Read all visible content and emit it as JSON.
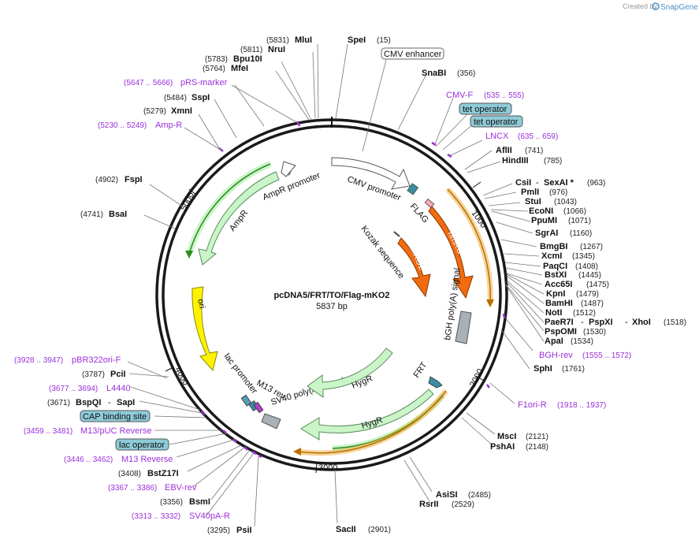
{
  "app": {
    "credit_text": "Created by",
    "brand": "SnapGene"
  },
  "plasmid": {
    "name": "pcDNA5/FRT/TO/Flag-mKO2",
    "size_label": "5837 bp",
    "length_bp": 5837
  },
  "ticks": [
    "1000",
    "2000",
    "3000",
    "4000",
    "5000"
  ],
  "sites": [
    {
      "id": "mlui",
      "name": "MluI",
      "num": "(5831)"
    },
    {
      "id": "spei",
      "name": "SpeI",
      "num": "(15)"
    },
    {
      "id": "nrui",
      "name": "NruI",
      "num": "(5811)"
    },
    {
      "id": "bpu10i",
      "name": "Bpu10I",
      "num": "(5783)"
    },
    {
      "id": "mfei",
      "name": "MfeI",
      "num": "(5764)"
    },
    {
      "id": "snabi",
      "name": "SnaBI",
      "num": "(356)"
    },
    {
      "id": "sspi",
      "name": "SspI",
      "num": "(5484)"
    },
    {
      "id": "xmni",
      "name": "XmnI",
      "num": "(5279)"
    },
    {
      "id": "afl2",
      "name": "AflII",
      "num": "(741)"
    },
    {
      "id": "hind3",
      "name": "HindIII",
      "num": "(785)"
    },
    {
      "id": "fspi",
      "name": "FspI",
      "num": "(4902)"
    },
    {
      "id": "csii",
      "name": "CsiI",
      "num": ""
    },
    {
      "id": "sexai",
      "name": "SexAI *",
      "num": "(963)"
    },
    {
      "id": "pmli",
      "name": "PmlI",
      "num": "(976)"
    },
    {
      "id": "stui",
      "name": "StuI",
      "num": "(1043)"
    },
    {
      "id": "bsai",
      "name": "BsaI",
      "num": "(4741)"
    },
    {
      "id": "econi",
      "name": "EcoNI",
      "num": "(1066)"
    },
    {
      "id": "ppumi",
      "name": "PpuMI",
      "num": "(1071)"
    },
    {
      "id": "sgrai",
      "name": "SgrAI",
      "num": "(1160)"
    },
    {
      "id": "bmgbi",
      "name": "BmgBI",
      "num": "(1267)"
    },
    {
      "id": "xcmi",
      "name": "XcmI",
      "num": "(1345)"
    },
    {
      "id": "paqci",
      "name": "PaqCI",
      "num": "(1408)"
    },
    {
      "id": "bstxi",
      "name": "BstXI",
      "num": "(1445)"
    },
    {
      "id": "acc65i",
      "name": "Acc65I",
      "num": "(1475)"
    },
    {
      "id": "kpni",
      "name": "KpnI",
      "num": "(1479)"
    },
    {
      "id": "bamhi",
      "name": "BamHI",
      "num": "(1487)"
    },
    {
      "id": "noti",
      "name": "NotI",
      "num": "(1512)"
    },
    {
      "id": "paer7i",
      "name": "PaeR7I",
      "num": ""
    },
    {
      "id": "pspxi",
      "name": "PspXI",
      "num": ""
    },
    {
      "id": "xhoi",
      "name": "XhoI",
      "num": "(1518)"
    },
    {
      "id": "pspomi",
      "name": "PspOMI",
      "num": "(1530)"
    },
    {
      "id": "apai",
      "name": "ApaI",
      "num": "(1534)"
    },
    {
      "id": "sphi",
      "name": "SphI",
      "num": "(1761)"
    },
    {
      "id": "pcii",
      "name": "PciI",
      "num": "(3787)"
    },
    {
      "id": "bspqi",
      "name": "BspQI",
      "num": "(3671)"
    },
    {
      "id": "sapi",
      "name": "SapI",
      "num": ""
    },
    {
      "id": "mcsi",
      "name": "MscI",
      "num": "(2121)"
    },
    {
      "id": "pshai",
      "name": "PshAI",
      "num": "(2148)"
    },
    {
      "id": "bstz17i",
      "name": "BstZ17I",
      "num": "(3408)"
    },
    {
      "id": "bsmi",
      "name": "BsmI",
      "num": "(3356)"
    },
    {
      "id": "asisi",
      "name": "AsiSI",
      "num": "(2485)"
    },
    {
      "id": "rsrii",
      "name": "RsrII",
      "num": "(2529)"
    },
    {
      "id": "psii",
      "name": "PsiI",
      "num": "(3295)"
    },
    {
      "id": "sacii",
      "name": "SacII",
      "num": "(2901)"
    }
  ],
  "primers": [
    {
      "id": "prs",
      "range": "(5647 .. 5666)",
      "name": "pRS-marker"
    },
    {
      "id": "ampr",
      "range": "(5230 .. 5249)",
      "name": "Amp-R"
    },
    {
      "id": "cmvf",
      "name": "CMV-F",
      "range": "(535 .. 555)"
    },
    {
      "id": "lncx",
      "name": "LNCX",
      "range": "(635 .. 659)"
    },
    {
      "id": "bghrev",
      "name": "BGH-rev",
      "range": "(1555 .. 1572)"
    },
    {
      "id": "f1ori",
      "name": "F1ori-R",
      "range": "(1918 .. 1937)"
    },
    {
      "id": "pbr322",
      "range": "(3928 .. 3947)",
      "name": "pBR322ori-F"
    },
    {
      "id": "l4440",
      "range": "(3677 .. 3694)",
      "name": "L4440"
    },
    {
      "id": "m13puc",
      "range": "(3459 .. 3481)",
      "name": "M13/pUC Reverse"
    },
    {
      "id": "m13rev",
      "range": "(3446 .. 3462)",
      "name": "M13 Reverse"
    },
    {
      "id": "ebvrev",
      "range": "(3367 .. 3386)",
      "name": "EBV-rev"
    },
    {
      "id": "sv40par",
      "range": "(3313 .. 3332)",
      "name": "SV40pA-R"
    }
  ],
  "boxed_labels": {
    "cmv_enhancer": "CMV enhancer",
    "tet_operator_1": "tet operator",
    "tet_operator_2": "tet operator",
    "cap_binding_site": "CAP binding site",
    "lac_operator": "lac operator"
  },
  "features": {
    "cmv_promoter": "CMV promoter",
    "flag": "FLAG",
    "hmko": "hmKO",
    "kozak": "Kozak sequence",
    "mko2": "mKO2",
    "bgh": "bGH poly(A) signal",
    "ampr_promoter": "AmpR promoter",
    "ampr": "AmpR",
    "ori": "ori",
    "lac_promoter": "lac promoter",
    "m13rev": "M13 rev",
    "sv40": "SV40 poly(A) signal",
    "hygr_1": "HygR",
    "hygr_2": "HygR",
    "frt": "FRT"
  },
  "colors": {
    "backbone": "#1a1a1a",
    "primer": "#9b30d9",
    "orange_feature": "#f26b0f",
    "yellow_feature": "#fff200",
    "green_feature": "#c9f5c9",
    "green_line": "#2e8b1e",
    "orange_line": "#f0a020",
    "teal_box": "#8ecbd8",
    "gray_feature": "#aab0b8"
  }
}
